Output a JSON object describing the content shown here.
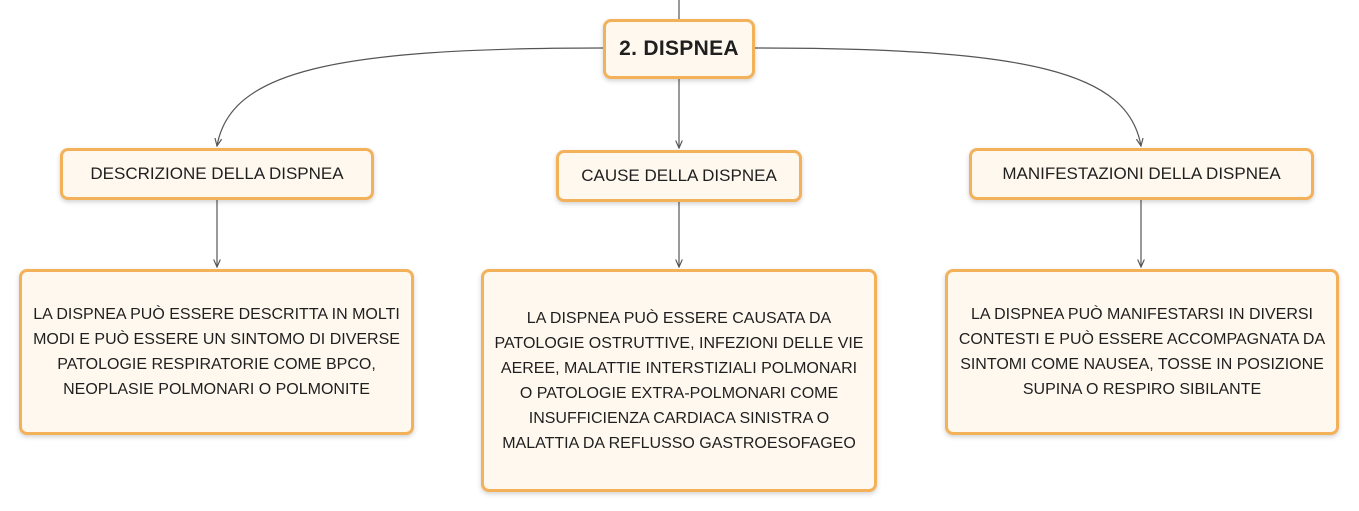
{
  "colors": {
    "node_border": "#f3b25a",
    "node_fill": "#fff8ef",
    "connector": "#555555",
    "text": "#1f1f1f"
  },
  "root": {
    "label": "2. DISPNEA"
  },
  "branches": [
    {
      "title": "DESCRIZIONE DELLA DISPNEA",
      "detail": "LA DISPNEA PUÒ ESSERE DESCRITTA IN MOLTI MODI E PUÒ ESSERE UN SINTOMO DI DIVERSE PATOLOGIE RESPIRATORIE COME BPCO, NEOPLASIE POLMONARI O POLMONITE"
    },
    {
      "title": "CAUSE DELLA DISPNEA",
      "detail": "LA DISPNEA PUÒ ESSERE CAUSATA DA PATOLOGIE OSTRUTTIVE, INFEZIONI DELLE VIE AEREE, MALATTIE INTERSTIZIALI POLMONARI O PATOLOGIE EXTRA-POLMONARI COME INSUFFICIENZA CARDIACA SINISTRA O MALATTIA DA REFLUSSO GASTROESOFAGEO"
    },
    {
      "title": "MANIFESTAZIONI DELLA DISPNEA",
      "detail": "LA DISPNEA PUÒ MANIFESTARSI IN DIVERSI CONTESTI E PUÒ ESSERE ACCOMPAGNATA DA SINTOMI COME NAUSEA, TOSSE IN POSIZIONE SUPINA O RESPIRO SIBILANTE"
    }
  ]
}
